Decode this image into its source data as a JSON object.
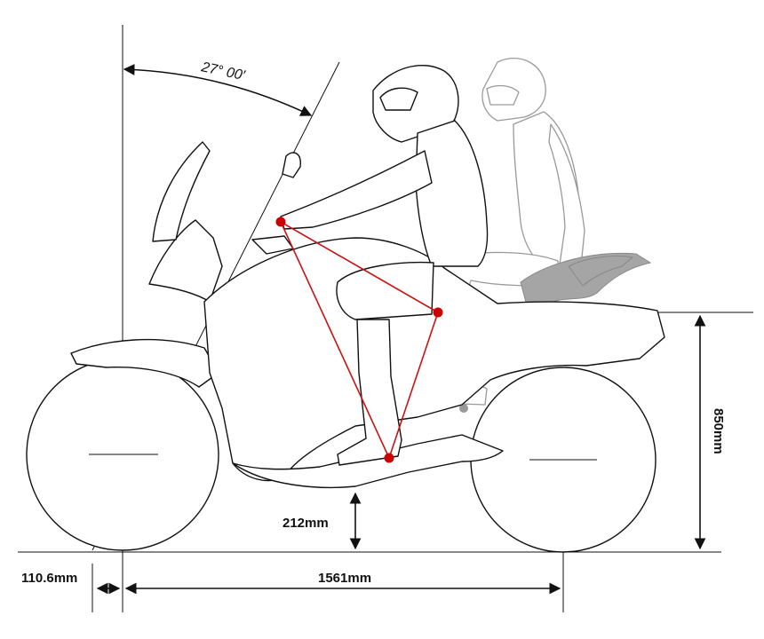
{
  "dimensions": {
    "rake_angle": "27° 00′",
    "trail": "110.6mm",
    "wheelbase": "1561mm",
    "ground_clearance": "212mm",
    "seat_height": "850mm"
  },
  "colors": {
    "triangle": "#cc1111",
    "rider_outline": "#111111",
    "passenger_outline": "#9a9a9a",
    "seat_pad": "#a5a5a5"
  }
}
